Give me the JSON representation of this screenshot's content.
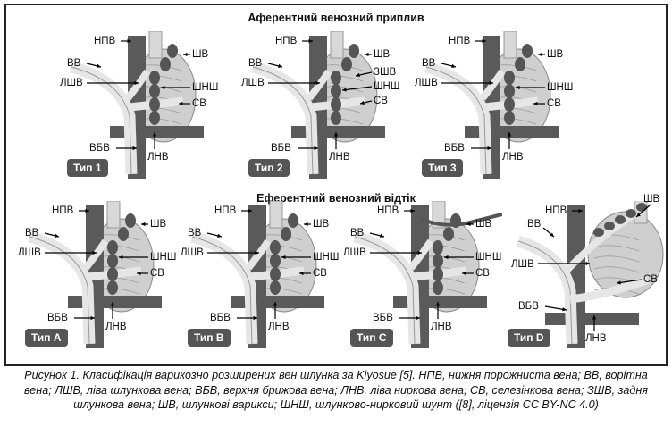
{
  "titles": {
    "afferent": "Аферентний венозний приплив",
    "efferent": "Еферентний венозний відтік"
  },
  "labels": {
    "ivc": "НПВ",
    "pv": "ВВ",
    "lgv": "ЛШВ",
    "gv": "ШВ",
    "pgv": "ЗШВ",
    "grs": "ШНШ",
    "sv": "СВ",
    "smv": "ВБВ",
    "lrv": "ЛНВ"
  },
  "panels": [
    {
      "badge": "Тип 1"
    },
    {
      "badge": "Тип 2"
    },
    {
      "badge": "Тип 3"
    },
    {
      "badge": "Тип A"
    },
    {
      "badge": "Тип B"
    },
    {
      "badge": "Тип C"
    },
    {
      "badge": "Тип D"
    }
  ],
  "caption": "Рисунок 1. Класифікація варикозно розширених вен шлунка за Kiyosue [5]. НПВ, нижня порожниста вена; ВВ, ворітна вена; ЛШВ, ліва шлункова вена; ВБВ, верхня брижова вена; ЛНВ, ліва ниркова вена; СВ, селезінкова вена; ЗШВ, задня шлункова вена; ШВ, шлункові варикси; ШНШ, шлунково-нирковий шунт ([8], ліцензія CC BY-NC 4.0)"
}
